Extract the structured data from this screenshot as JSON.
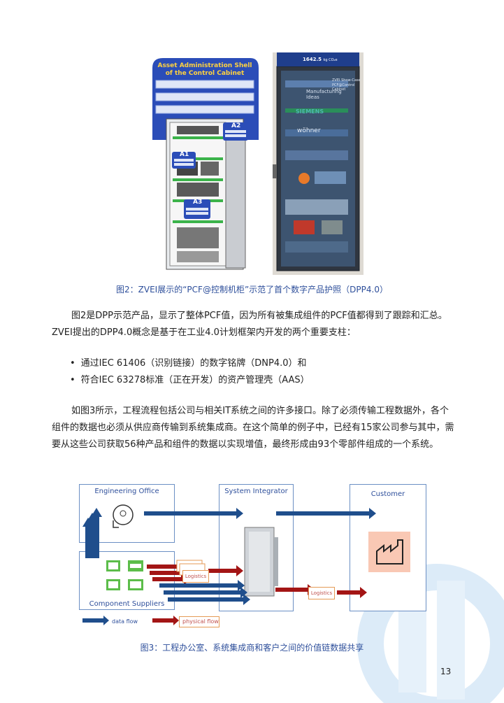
{
  "figure2": {
    "aas_title": "Asset Administration Shell of the Control Cabinet",
    "labels": [
      "A1",
      "A2",
      "A3"
    ],
    "right_photo_badge": "1642.5",
    "right_photo_badge_unit": "kg CO₂e",
    "right_photo_lines": [
      "ZVEI Show-Case",
      "PCF@Control Cabinet"
    ],
    "right_photo_brands": [
      "Manufacturing Ideas",
      "SIEMENS",
      "wöhner"
    ],
    "caption": "图2：ZVEI展示的“PCF@控制机柜”示范了首个数字产品护照（DPP4.0）"
  },
  "body": {
    "para1": "图2是DPP示范产品，显示了整体PCF值，因为所有被集成组件的PCF值都得到了跟踪和汇总。ZVEI提出的DPP4.0概念是基于在工业4.0计划框架内开发的两个重要支柱：",
    "bullets": [
      "通过IEC 61406（识别链接）的数字铭牌（DNP4.0）和",
      "符合IEC 63278标准（正在开发）的资产管理壳（AAS）"
    ],
    "para2": "如图3所示，工程流程包括公司与相关IT系统之间的许多接口。除了必须传输工程数据外，各个组件的数据也必须从供应商传输到系统集成商。在这个简单的例子中，已经有15家公司参与其中，需要从这些公司获取56种产品和组件的数据以实现增值，最终形成由93个零部件组成的一个系统。"
  },
  "figure3": {
    "engineering_office": "Engineering Office",
    "system_integrator": "System Integrator",
    "customer": "Customer",
    "component_suppliers": "Component Suppliers",
    "logistics_1": "Logistics",
    "logistics_2": "Logistics",
    "legend_data": "data flow",
    "legend_physical": "physical flow",
    "caption": "图3：工程办公室、系统集成商和客户之间的价值链数据共享"
  },
  "page_number": "13",
  "colors": {
    "accent": "#2e4f9b",
    "data_flow": "#1f4e8c",
    "physical_flow": "#a31515",
    "customer_bg": "#f9c8b4"
  }
}
